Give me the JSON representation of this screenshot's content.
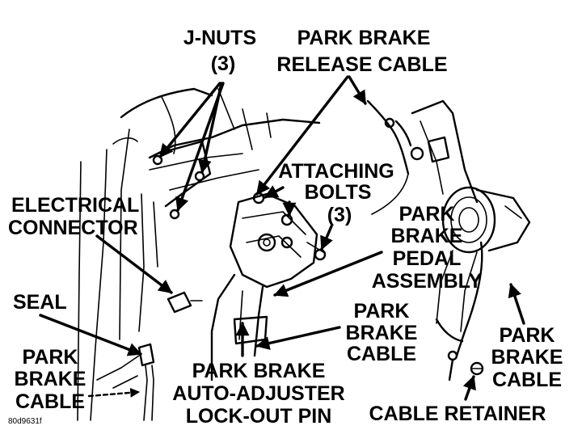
{
  "diagram": {
    "labels": {
      "j_nuts_1": "J-NUTS",
      "j_nuts_2": "(3)",
      "release_cable_1": "PARK BRAKE",
      "release_cable_2": "RELEASE CABLE",
      "attaching_bolts_1": "ATTACHING",
      "attaching_bolts_2": "BOLTS",
      "attaching_bolts_3": "(3)",
      "electrical_connector_1": "ELECTRICAL",
      "electrical_connector_2": "CONNECTOR",
      "pedal_assembly_1": "PARK",
      "pedal_assembly_2": "BRAKE",
      "pedal_assembly_3": "PEDAL",
      "pedal_assembly_4": "ASSEMBLY",
      "seal": "SEAL",
      "cable_center_1": "PARK",
      "cable_center_2": "BRAKE",
      "cable_center_3": "CABLE",
      "cable_left_1": "PARK",
      "cable_left_2": "BRAKE",
      "cable_left_3": "CABLE",
      "cable_right_1": "PARK",
      "cable_right_2": "BRAKE",
      "cable_right_3": "CABLE",
      "lockout_pin_1": "PARK BRAKE",
      "lockout_pin_2": "AUTO-ADJUSTER",
      "lockout_pin_3": "LOCK-OUT PIN",
      "cable_retainer": "CABLE RETAINER",
      "figure_id": "80d9631f"
    }
  }
}
